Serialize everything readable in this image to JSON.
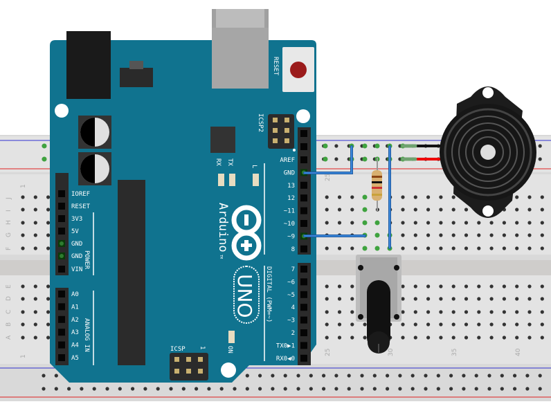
{
  "arduino": {
    "brand": "Arduino",
    "model": "UNO",
    "tm": "TM",
    "reset_label": "RESET",
    "icsp2_label": "ICSP2",
    "icsp_label": "ICSP",
    "icsp_pin1": "1",
    "led_labels": [
      "RX",
      "TX",
      "L"
    ],
    "on_label": "ON",
    "power_title": "POWER",
    "analog_title": "ANALOG IN",
    "digital_title": "DIGITAL (PWM=~)",
    "power_pins": [
      "IOREF",
      "RESET",
      "3V3",
      "5V",
      "GND",
      "GND",
      "VIN"
    ],
    "analog_pins": [
      "A0",
      "A1",
      "A2",
      "A3",
      "A4",
      "A5"
    ],
    "digital_high": [
      "AREF",
      "GND",
      "13",
      "12",
      "~11",
      "~10",
      "~9",
      "8"
    ],
    "digital_low": [
      "7",
      "~6",
      "~5",
      "4",
      "~3",
      "2",
      "TX0▶1",
      "RX0◀0"
    ]
  },
  "breadboard": {
    "row_letters_top": [
      "J",
      "I",
      "H",
      "G",
      "F"
    ],
    "row_letters_bottom": [
      "E",
      "D",
      "C",
      "B",
      "A"
    ],
    "column_numbers": [
      "1",
      "25",
      "30",
      "35",
      "40"
    ]
  },
  "colors": {
    "board": "#10738f",
    "wire": "#2f73c4",
    "rail_red": "#e02020",
    "rail_blue": "#3030d0"
  }
}
